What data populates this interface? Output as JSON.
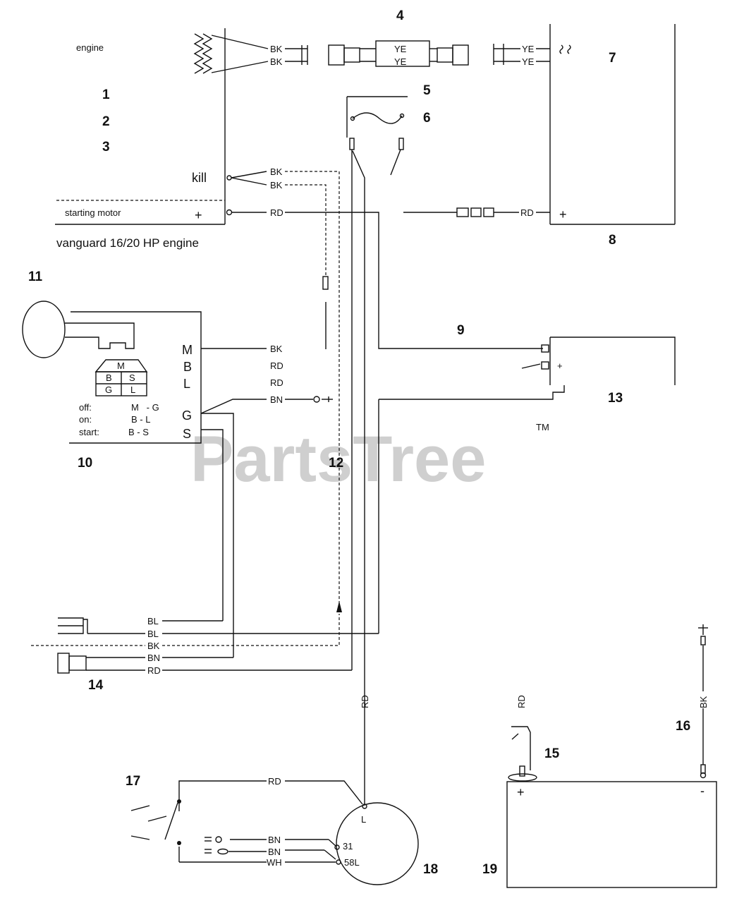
{
  "watermark": {
    "text": "PartsTree",
    "tm": "TM"
  },
  "callouts": [
    "1",
    "2",
    "3",
    "4",
    "5",
    "6",
    "7",
    "8",
    "9",
    "10",
    "11",
    "12",
    "13",
    "14",
    "15",
    "16",
    "17",
    "18",
    "19"
  ],
  "engine": {
    "label": "engine",
    "kill": "kill",
    "starting_motor": "starting motor",
    "plus": "+",
    "name": "vanguard 16/20 HP engine"
  },
  "wire_codes": {
    "bk": "BK",
    "ye": "YE",
    "rd": "RD",
    "bl": "BL",
    "bn": "BN",
    "wh": "WH"
  },
  "ignition_switch": {
    "terminals": [
      "M",
      "B",
      "L",
      "G",
      "S"
    ],
    "grid": {
      "top": "M",
      "cells": [
        "B",
        "S",
        "G",
        "L"
      ]
    },
    "modes": [
      {
        "mode": "off:",
        "conn": "M   - G"
      },
      {
        "mode": "on:",
        "conn": "B - L"
      },
      {
        "mode": "start:",
        "conn": "B - S"
      }
    ]
  },
  "component_8": {
    "plus": "+"
  },
  "component_13": {
    "plus": "+"
  },
  "alternator_18": {
    "terminals": [
      "L",
      "31",
      "58L"
    ]
  },
  "battery_19": {
    "plus": "+",
    "minus": "-"
  },
  "colors": {
    "line": "#111111",
    "watermark": "#cfcfcf",
    "background": "#ffffff"
  }
}
